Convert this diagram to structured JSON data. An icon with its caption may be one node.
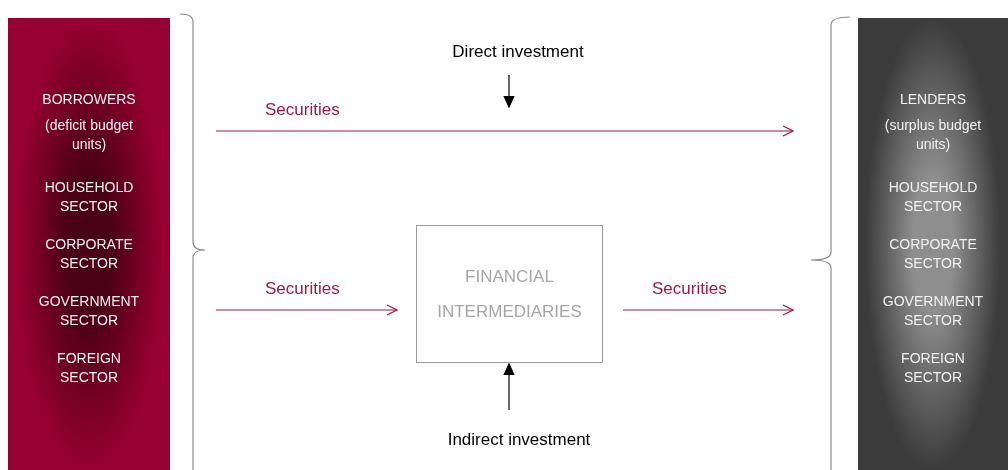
{
  "diagram": {
    "nodes": [
      {
        "text": [
          "BORROWERS",
          "(deficit budget units)",
          "HOUSEHOLD SECTOR",
          "CORPORATE SECTOR",
          "GOVERNMENT SECTOR",
          "FOREIGN SECTOR"
        ]
      },
      {
        "text": [
          "Direct investment"
        ]
      },
      {
        "text": [
          "FINANCIAL INTERMEDIARIES"
        ]
      },
      {
        "text": [
          "Indirect investment"
        ]
      },
      {
        "text": [
          "LENDERS",
          "(surplus budget units)",
          "HOUSEHOLD SECTOR",
          "CORPORATE SECTOR",
          "GOVERNMENT SECTOR",
          "FOREIGN SECTOR"
        ]
      }
    ],
    "edges": [
      {
        "from": 0,
        "to": 4,
        "arrow": "to",
        "label": "Securities"
      },
      {
        "from": 0,
        "to": 2,
        "arrow": "to",
        "label": "Securities"
      },
      {
        "from": 2,
        "to": 4,
        "arrow": "to",
        "label": "Securities"
      },
      {
        "from": 1,
        "to": null,
        "arrow": "to",
        "color": "#000000"
      },
      {
        "from": 3,
        "to": 2,
        "arrow": "to",
        "color": "#000000"
      }
    ]
  }
}
